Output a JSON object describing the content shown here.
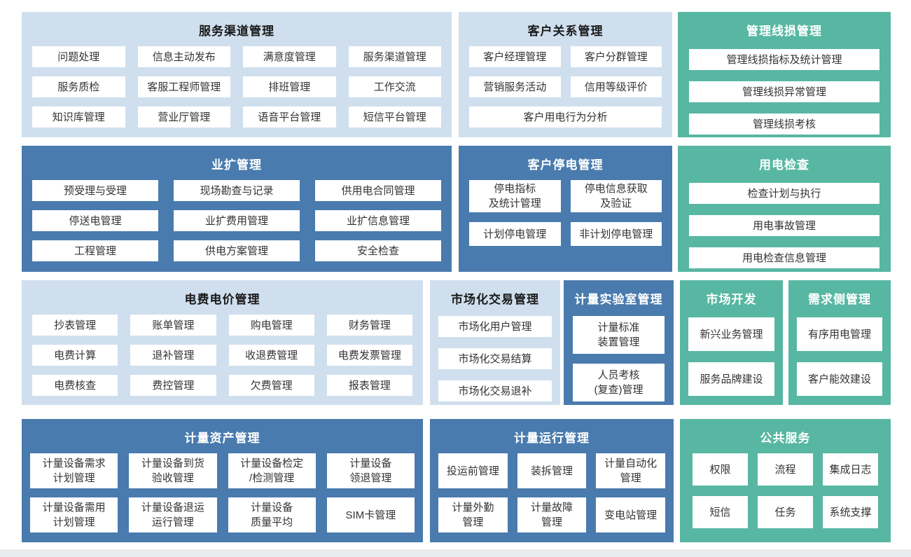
{
  "page": {
    "background": "#ffffff",
    "footer_band_color": "#e9ebee"
  },
  "colors": {
    "light_panel": "#cfdfee",
    "dark_panel": "#4a7bae",
    "teal_panel": "#57b7a2",
    "item_background": "#ffffff",
    "item_text": "#333333",
    "light_panel_title_text": "#1a1a1a",
    "dark_teal_panel_title_text": "#ffffff"
  },
  "panels": [
    {
      "id": "service-channel",
      "title": "服务渠道管理",
      "theme": "light",
      "items": [
        {
          "label": "问题处理"
        },
        {
          "label": "信息主动发布"
        },
        {
          "label": "满意度管理"
        },
        {
          "label": "服务渠道管理"
        },
        {
          "label": "服务质检"
        },
        {
          "label": "客服工程师管理"
        },
        {
          "label": "排班管理"
        },
        {
          "label": "工作交流"
        },
        {
          "label": "知识库管理"
        },
        {
          "label": "营业厅管理"
        },
        {
          "label": "语音平台管理"
        },
        {
          "label": "短信平台管理"
        }
      ]
    },
    {
      "id": "customer-relation",
      "title": "客户关系管理",
      "theme": "light",
      "items": [
        {
          "label": "客户经理管理"
        },
        {
          "label": "客户分群管理"
        },
        {
          "label": "营销服务活动"
        },
        {
          "label": "信用等级评价"
        },
        {
          "label": "客户用电行为分析"
        }
      ]
    },
    {
      "id": "line-loss",
      "title": "管理线损管理",
      "theme": "teal",
      "items": [
        {
          "label": "管理线损指标及统计管理"
        },
        {
          "label": "管理线损异常管理"
        },
        {
          "label": "管理线损考核"
        }
      ]
    },
    {
      "id": "business-expansion",
      "title": "业扩管理",
      "theme": "dark",
      "items": [
        {
          "label": "预受理与受理"
        },
        {
          "label": "现场勘查与记录"
        },
        {
          "label": "供用电合同管理"
        },
        {
          "label": "停送电管理"
        },
        {
          "label": "业扩费用管理"
        },
        {
          "label": "业扩信息管理"
        },
        {
          "label": "工程管理"
        },
        {
          "label": "供电方案管理"
        },
        {
          "label": "安全检查"
        }
      ]
    },
    {
      "id": "customer-outage",
      "title": "客户停电管理",
      "theme": "dark",
      "items": [
        {
          "label": "停电指标\n及统计管理"
        },
        {
          "label": "停电信息获取\n及验证"
        },
        {
          "label": "计划停电管理"
        },
        {
          "label": "非计划停电管理"
        }
      ]
    },
    {
      "id": "power-inspection",
      "title": "用电检查",
      "theme": "teal",
      "items": [
        {
          "label": "检查计划与执行"
        },
        {
          "label": "用电事故管理"
        },
        {
          "label": "用电检查信息管理"
        }
      ]
    },
    {
      "id": "tariff",
      "title": "电费电价管理",
      "theme": "light",
      "items": [
        {
          "label": "抄表管理"
        },
        {
          "label": "账单管理"
        },
        {
          "label": "购电管理"
        },
        {
          "label": "财务管理"
        },
        {
          "label": "电费计算"
        },
        {
          "label": "退补管理"
        },
        {
          "label": "收退费管理"
        },
        {
          "label": "电费发票管理"
        },
        {
          "label": "电费核查"
        },
        {
          "label": "费控管理"
        },
        {
          "label": "欠费管理"
        },
        {
          "label": "报表管理"
        }
      ]
    },
    {
      "id": "market-trade",
      "title": "市场化交易管理",
      "theme": "light",
      "items": [
        {
          "label": "市场化用户管理"
        },
        {
          "label": "市场化交易结算"
        },
        {
          "label": "市场化交易退补"
        }
      ]
    },
    {
      "id": "metering-lab",
      "title": "计量实验室管理",
      "theme": "dark",
      "items": [
        {
          "label": "计量标准\n装置管理"
        },
        {
          "label": "人员考核\n(复查)管理"
        }
      ]
    },
    {
      "id": "market-dev",
      "title": "市场开发",
      "theme": "teal",
      "items": [
        {
          "label": "新兴业务管理"
        },
        {
          "label": "服务品牌建设"
        }
      ]
    },
    {
      "id": "demand-side",
      "title": "需求侧管理",
      "theme": "teal",
      "items": [
        {
          "label": "有序用电管理"
        },
        {
          "label": "客户能效建设"
        }
      ]
    },
    {
      "id": "metering-asset",
      "title": "计量资产管理",
      "theme": "dark",
      "items": [
        {
          "label": "计量设备需求\n计划管理"
        },
        {
          "label": "计量设备到货\n验收管理"
        },
        {
          "label": "计量设备检定\n/检测管理"
        },
        {
          "label": "计量设备\n领退管理"
        },
        {
          "label": "计量设备需用\n计划管理"
        },
        {
          "label": "计量设备退运\n运行管理"
        },
        {
          "label": "计量设备\n质量平均"
        },
        {
          "label": "SIM卡管理"
        }
      ]
    },
    {
      "id": "metering-operation",
      "title": "计量运行管理",
      "theme": "dark",
      "items": [
        {
          "label": "投运前管理"
        },
        {
          "label": "装拆管理"
        },
        {
          "label": "计量自动化\n管理"
        },
        {
          "label": "计量外勤\n管理"
        },
        {
          "label": "计量故障\n管理"
        },
        {
          "label": "变电站管理"
        }
      ]
    },
    {
      "id": "public-service",
      "title": "公共服务",
      "theme": "teal",
      "items": [
        {
          "label": "权限"
        },
        {
          "label": "流程"
        },
        {
          "label": "集成日志"
        },
        {
          "label": "短信"
        },
        {
          "label": "任务"
        },
        {
          "label": "系统支撑"
        }
      ]
    }
  ]
}
